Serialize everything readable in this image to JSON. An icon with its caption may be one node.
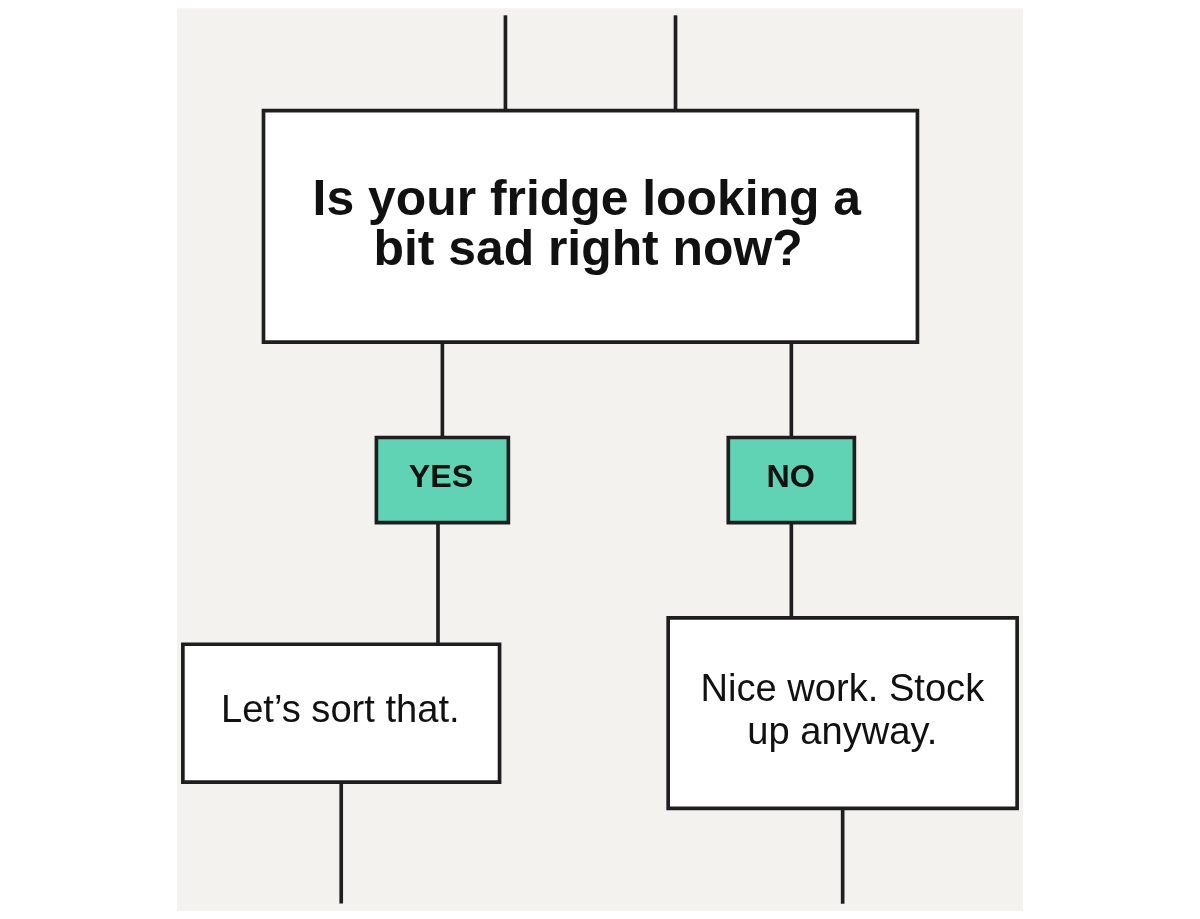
{
  "diagram": {
    "nodes": [
      {
        "text": [
          "Is your fridge looking a bit sad right now?"
        ]
      },
      {
        "text": [
          "YES"
        ]
      },
      {
        "text": [
          "NO"
        ]
      },
      {
        "text": [
          "Let’s sort that."
        ]
      },
      {
        "text": [
          "Nice work. Stock up anyway."
        ]
      }
    ],
    "edges": [
      {
        "from": null,
        "to": 0,
        "arrow": "none"
      },
      {
        "from": null,
        "to": 0,
        "arrow": "none"
      },
      {
        "from": 0,
        "to": 1,
        "arrow": "none"
      },
      {
        "from": 0,
        "to": 2,
        "arrow": "none"
      },
      {
        "from": 1,
        "to": 3,
        "arrow": "none"
      },
      {
        "from": 2,
        "to": 4,
        "arrow": "none"
      },
      {
        "from": 3,
        "to": null,
        "arrow": "none"
      },
      {
        "from": 4,
        "to": null,
        "arrow": "none"
      }
    ]
  }
}
